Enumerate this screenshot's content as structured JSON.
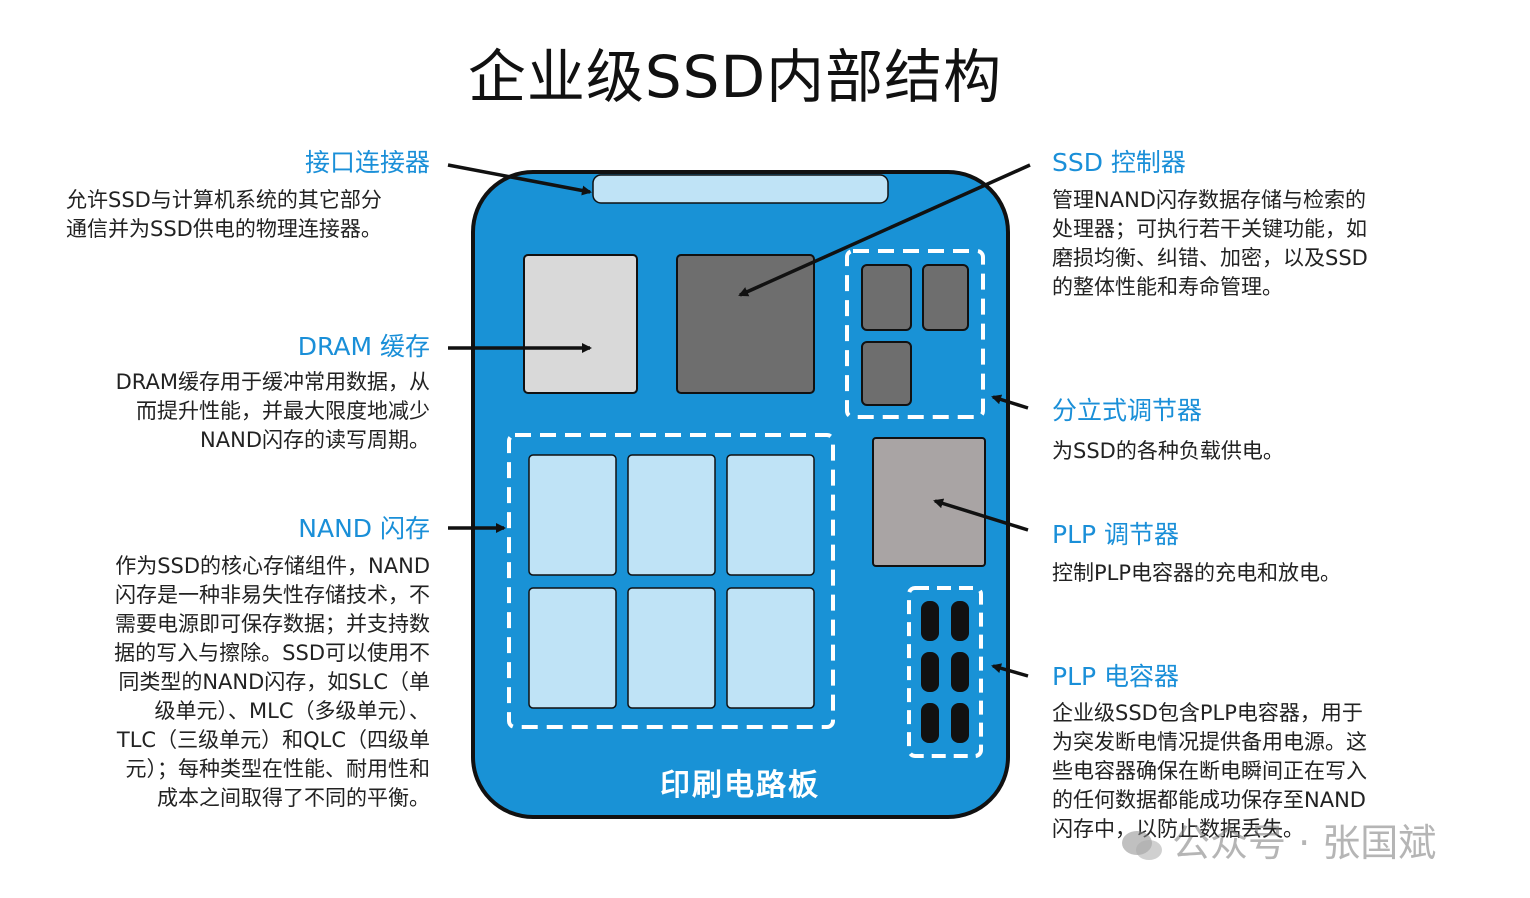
{
  "title": "企业级SSD内部结构",
  "pcb_label": "印刷电路板",
  "colors": {
    "board": "#1992d6",
    "board_stroke": "#111111",
    "connector": "#bfe3f6",
    "dram": "#d9d9d9",
    "controller": "#6e6e6e",
    "regulator_chip": "#6e6e6e",
    "plp_regulator": "#a9a4a4",
    "nand_cell": "#bfe3f6",
    "capacitor": "#111111",
    "label_blue": "#1a8fd8"
  },
  "callouts": {
    "interface": {
      "label": "接口连接器",
      "desc": "允许SSD与计算机系统的其它部分\n通信并为SSD供电的物理连接器。"
    },
    "dram": {
      "label": "DRAM 缓存",
      "desc": "DRAM缓存用于缓冲常用数据，从\n而提升性能，并最大限度地减少\nNAND闪存的读写周期。"
    },
    "nand": {
      "label": "NAND 闪存",
      "desc": "作为SSD的核心存储组件，NAND\n闪存是一种非易失性存储技术，不\n需要电源即可保存数据；并支持数\n据的写入与擦除。SSD可以使用不\n同类型的NAND闪存，如SLC（单\n级单元）、MLC（多级单元）、\nTLC（三级单元）和QLC（四级单\n元）；每种类型在性能、耐用性和\n成本之间取得了不同的平衡。"
    },
    "controller": {
      "label": "SSD 控制器",
      "desc": "管理NAND闪存数据存储与检索的\n处理器；可执行若干关键功能，如\n磨损均衡、纠错、加密，以及SSD\n的整体性能和寿命管理。"
    },
    "regulator": {
      "label": "分立式调节器",
      "desc": "为SSD的各种负载供电。"
    },
    "plp_regulator": {
      "label": "PLP 调节器",
      "desc": "控制PLP电容器的充电和放电。"
    },
    "plp_capacitor": {
      "label": "PLP 电容器",
      "desc": "企业级SSD包含PLP电容器，用于\n为突发断电情况提供备用电源。这\n些电容器确保在断电瞬间正在写入\n的任何数据都能成功保存至NAND\n闪存中，以防止数据丢失。"
    }
  },
  "watermark": "公众号 · 张国斌"
}
